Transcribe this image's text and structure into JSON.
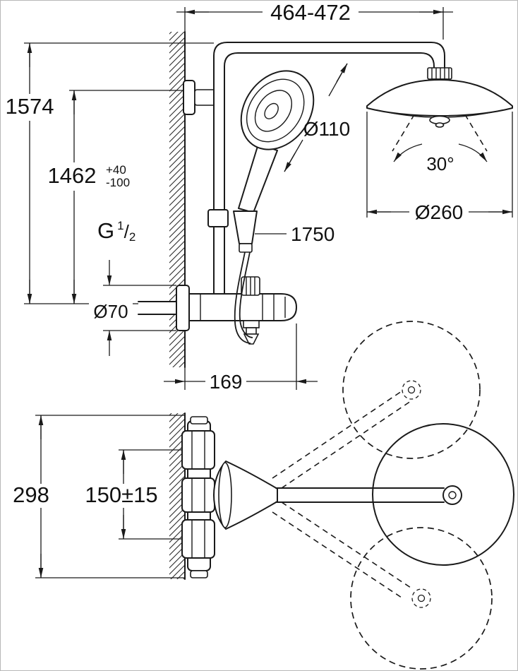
{
  "front": {
    "width_range": "464-472",
    "total_height": "1574",
    "hand_shower_height": "1462",
    "tolerance_plus": "+40",
    "tolerance_minus": "-100",
    "thread": {
      "g": "G",
      "numerator": "1",
      "slash": "/",
      "denominator": "2"
    },
    "hand_shower_diameter": "Ø110",
    "swivel_angle": "30°",
    "head_shower_diameter": "Ø260",
    "hose_length": "1750",
    "escutcheon_diameter": "Ø70",
    "projection": "169"
  },
  "plan": {
    "valve_height": "298",
    "inlet_spacing": "150±15"
  }
}
